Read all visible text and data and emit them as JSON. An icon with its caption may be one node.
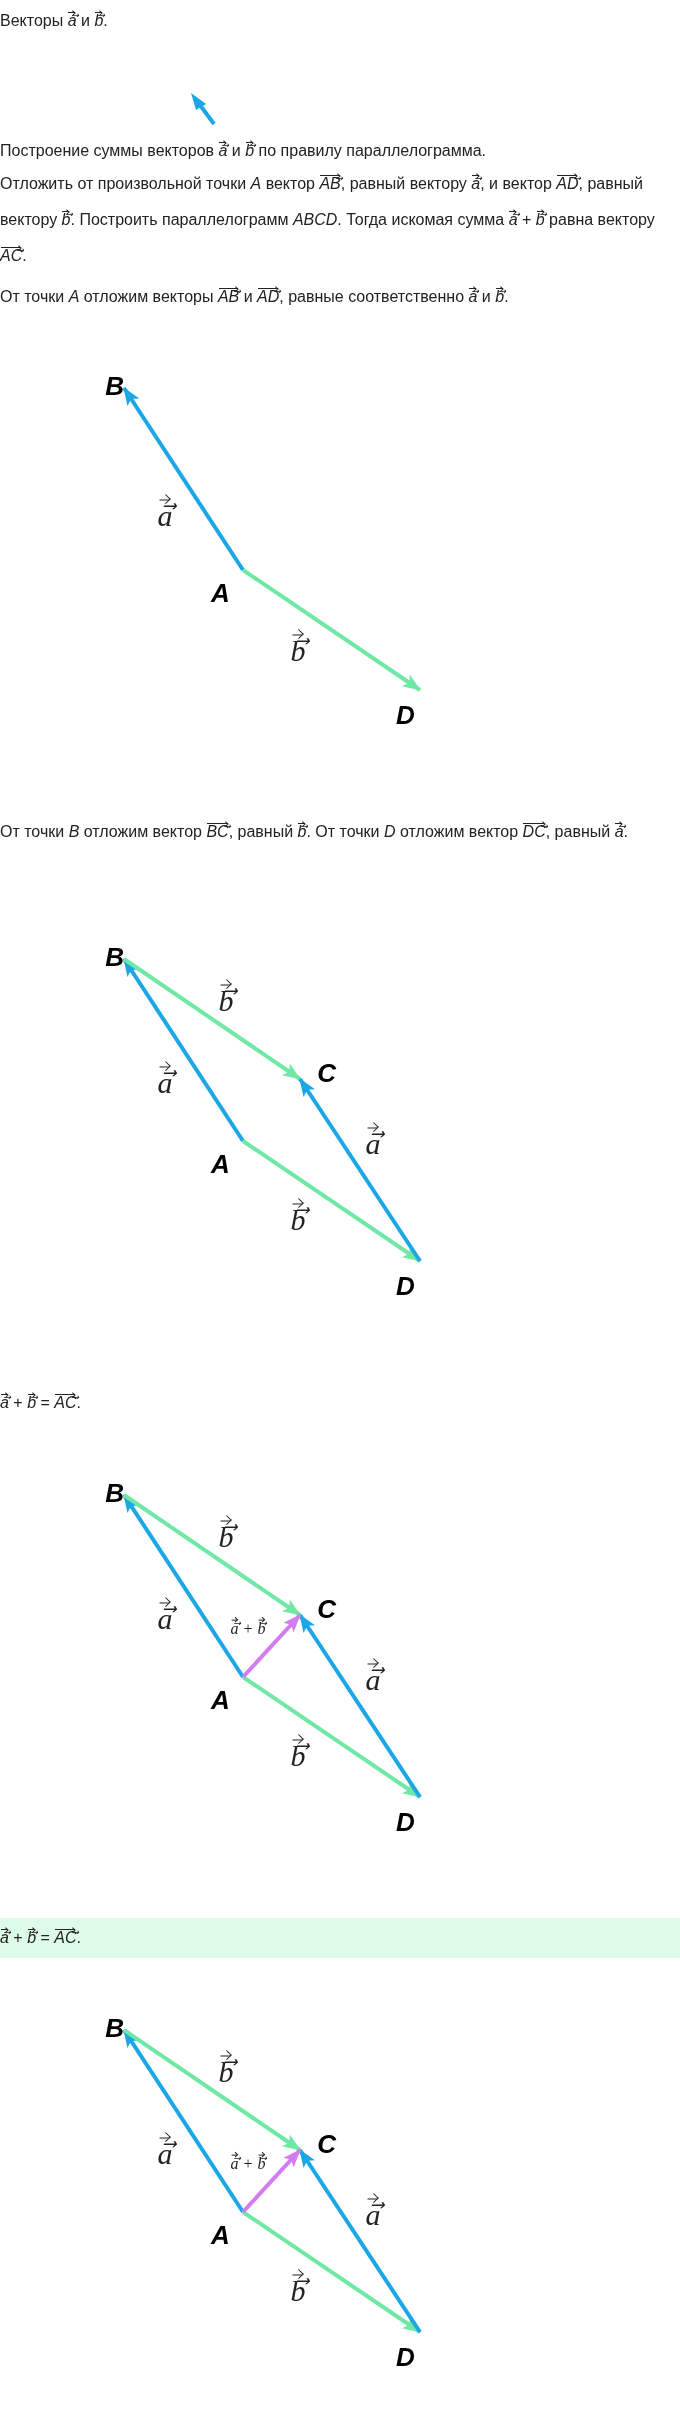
{
  "diagram": {
    "nodes": [
      {
        "text": [
          "B"
        ]
      },
      {
        "text": [
          "A"
        ]
      },
      {
        "text": [
          "D"
        ]
      },
      {
        "text": [
          "B"
        ]
      },
      {
        "text": [
          "C"
        ]
      },
      {
        "text": [
          "A"
        ]
      },
      {
        "text": [
          "D"
        ]
      },
      {
        "text": [
          "B"
        ]
      },
      {
        "text": [
          "C"
        ]
      },
      {
        "text": [
          "A"
        ]
      },
      {
        "text": [
          "D"
        ]
      },
      {
        "text": [
          "B"
        ]
      },
      {
        "text": [
          "C"
        ]
      },
      {
        "text": [
          "A"
        ]
      },
      {
        "text": [
          "D"
        ]
      }
    ],
    "edges": [
      {
        "from": 1,
        "to": 0,
        "arrow": "to",
        "label": "a⃗",
        "color": "#1ba6e6"
      },
      {
        "from": 1,
        "to": 2,
        "arrow": "to",
        "label": "b⃗",
        "color": "#6ee8a4"
      },
      {
        "from": 5,
        "to": 3,
        "arrow": "to",
        "label": "a⃗",
        "color": "#1ba6e6"
      },
      {
        "from": 3,
        "to": 4,
        "arrow": "to",
        "label": "b⃗",
        "color": "#6ee8a4"
      },
      {
        "from": 5,
        "to": 6,
        "arrow": "to",
        "label": "b⃗",
        "color": "#6ee8a4"
      },
      {
        "from": 6,
        "to": 4,
        "arrow": "to",
        "label": "a⃗",
        "color": "#1ba6e6"
      },
      {
        "from": 9,
        "to": 7,
        "arrow": "to",
        "label": "a⃗",
        "color": "#1ba6e6"
      },
      {
        "from": 7,
        "to": 8,
        "arrow": "to",
        "label": "b⃗",
        "color": "#6ee8a4"
      },
      {
        "from": 9,
        "to": 10,
        "arrow": "to",
        "label": "b⃗",
        "color": "#6ee8a4"
      },
      {
        "from": 10,
        "to": 8,
        "arrow": "to",
        "label": "a⃗",
        "color": "#1ba6e6"
      },
      {
        "from": 9,
        "to": 8,
        "arrow": "to",
        "label": "a⃗ + b⃗",
        "color": "#d27cf0"
      },
      {
        "from": 13,
        "to": 11,
        "arrow": "to",
        "label": "a⃗",
        "color": "#1ba6e6"
      },
      {
        "from": 11,
        "to": 12,
        "arrow": "to",
        "label": "b⃗",
        "color": "#6ee8a4"
      },
      {
        "from": 13,
        "to": 14,
        "arrow": "to",
        "label": "b⃗",
        "color": "#6ee8a4"
      },
      {
        "from": 14,
        "to": 12,
        "arrow": "to",
        "label": "a⃗",
        "color": "#1ba6e6"
      },
      {
        "from": 13,
        "to": 12,
        "arrow": "to",
        "label": "a⃗ + b⃗",
        "color": "#d27cf0"
      }
    ],
    "labels": [
      "Векторы *a⃗* и *b⃗*.",
      "Построение суммы векторов *a⃗* и *b⃗* по правилу параллелограмма.",
      "Отложить от произвольной точки *A* вектор *AB⃗*, равный вектору *a⃗*, и вектор *AD⃗*, равный вектору *b⃗*. Построить параллелограмм *ABCD*. Тогда искомая сумма *a⃗* + *b⃗* равна вектору *AC⃗*.",
      "От точки *A* отложим векторы *AB⃗* и *AD⃗*, равные соответственно *a⃗* и *b⃗*.",
      "От точки *B* отложим вектор *BC⃗*, равный *b⃗*. От точки *D* отложим вектор *DC⃗*, равный *a⃗*.",
      "*a⃗* + *b⃗* = *AC⃗*.",
      "*a⃗* + *b⃗* = *AC⃗*."
    ]
  }
}
